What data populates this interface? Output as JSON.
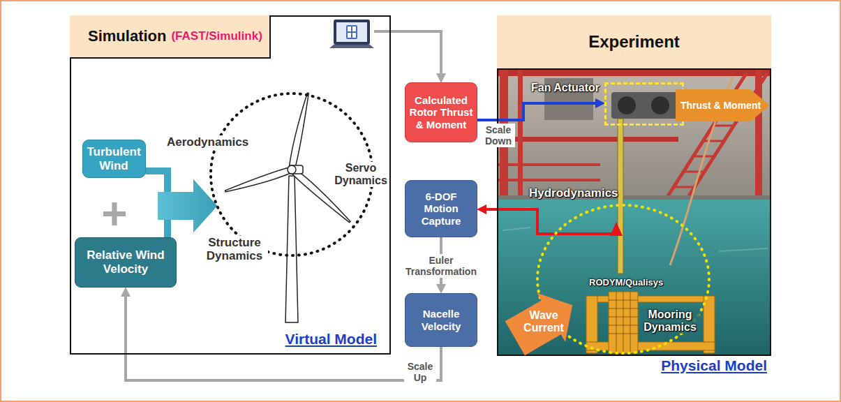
{
  "diagram": {
    "nodes": [
      {
        "text": [
          "Simulation",
          "(FAST/Simulink)",
          "Virtual Model"
        ]
      },
      {
        "text": [
          "Turbulent Wind"
        ],
        "in": 0
      },
      {
        "text": [
          "Relative Wind Velocity"
        ],
        "in": 0
      },
      {
        "text": [
          "Aerodynamics",
          "Servo Dynamics",
          "Structure Dynamics"
        ],
        "in": 0
      },
      {
        "text": [
          "Calculated Rotor Thrust & Moment"
        ]
      },
      {
        "text": [
          "6-DOF Motion Capture"
        ]
      },
      {
        "text": [
          "Nacelle Velocity"
        ]
      },
      {
        "text": [
          "Experiment",
          "Physical Model"
        ]
      },
      {
        "text": [
          "Fan Actuator"
        ],
        "in": 7
      },
      {
        "text": [
          "Thrust & Moment"
        ],
        "in": 7
      },
      {
        "text": [
          "Hydrodynamics",
          "RODYM/Qualisys",
          "Mooring Dynamics"
        ],
        "in": 7
      },
      {
        "text": [
          "Wave Current"
        ],
        "in": 7
      }
    ],
    "edges": [
      {
        "from": 1,
        "to": 3,
        "arrow": "to"
      },
      {
        "from": 2,
        "to": 3,
        "arrow": "to"
      },
      {
        "from": 0,
        "to": 4,
        "arrow": "to"
      },
      {
        "from": 4,
        "to": 8,
        "label": "Scale Down",
        "arrow": "to"
      },
      {
        "from": 10,
        "to": 5,
        "arrow": "to"
      },
      {
        "from": 5,
        "to": 6,
        "label": "Euler Transformation",
        "arrow": "to"
      },
      {
        "from": 6,
        "to": 2,
        "label": "Scale Up",
        "arrow": "to"
      }
    ],
    "labels": [
      "+"
    ]
  }
}
